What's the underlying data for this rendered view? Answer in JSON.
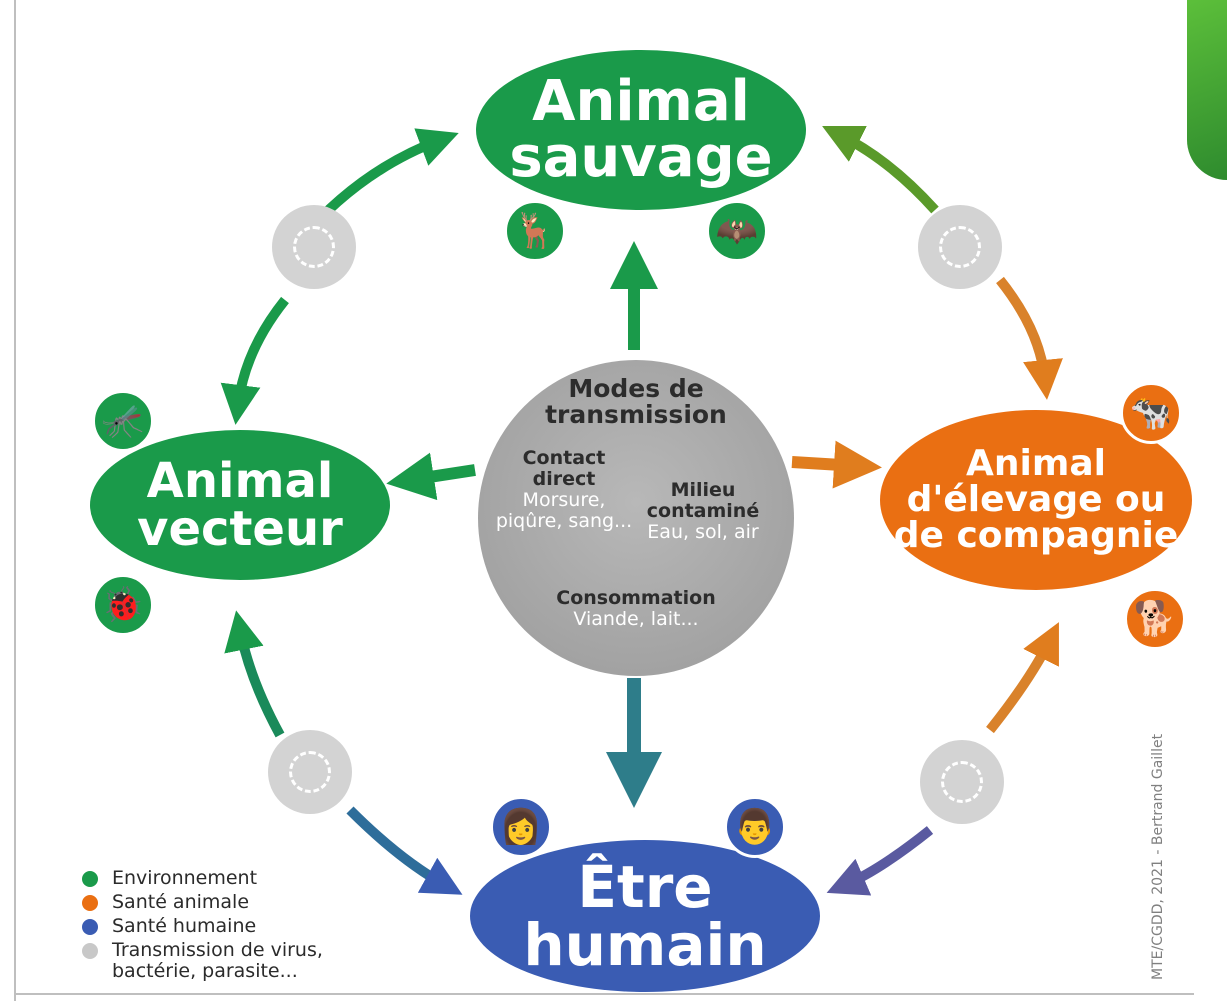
{
  "nodes": {
    "wild_animal": {
      "line1": "Animal",
      "line2": "sauvage"
    },
    "vector_animal": {
      "line1": "Animal",
      "line2": "vecteur"
    },
    "farm_animal": {
      "line1": "Animal",
      "line2": "d'élevage ou",
      "line3": "de compagnie"
    },
    "human": {
      "line1": "Être",
      "line2": "humain"
    }
  },
  "center": {
    "title": "Modes de transmission",
    "direct_contact": {
      "head": "Contact direct",
      "desc": "Morsure, piqûre, sang..."
    },
    "contaminated_environment": {
      "head": "Milieu contaminé",
      "desc": "Eau, sol, air"
    },
    "consumption": {
      "head": "Consommation",
      "desc": "Viande, lait..."
    }
  },
  "legend": [
    {
      "label": "Environnement",
      "color": "#1a9a4a"
    },
    {
      "label": "Santé animale",
      "color": "#ea6f12"
    },
    {
      "label": "Santé humaine",
      "color": "#3a5cb3"
    },
    {
      "label": "Transmission de virus, bactérie, parasite...",
      "color": "#c8c8c8"
    }
  ],
  "icons": [
    "deer-icon",
    "bat-icon",
    "mosquito-icon",
    "tick-icon",
    "cow-icon",
    "dog-icon",
    "woman-icon",
    "man-icon",
    "microbe-icon"
  ],
  "credit": "MTE/CGDD, 2021 - Bertrand Gaillet",
  "colors": {
    "environment": "#1a9a4a",
    "animal_health": "#ea6f12",
    "human_health": "#3a5cb3",
    "transmission": "#c8c8c8"
  }
}
